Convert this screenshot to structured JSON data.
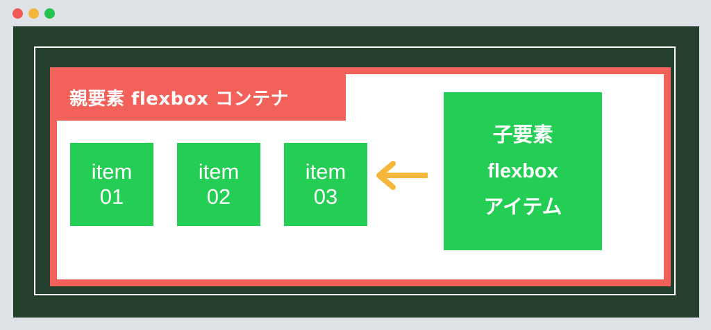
{
  "window_controls": [
    "close",
    "minimize",
    "maximize"
  ],
  "colors": {
    "background": "#dfe2e7",
    "window": "#24402c",
    "container": "#f2625a",
    "item": "#24ce54",
    "arrow": "#f5b73b"
  },
  "container": {
    "label": "親要素 flexbox コンテナ"
  },
  "items": [
    {
      "line1": "item",
      "line2": "01"
    },
    {
      "line1": "item",
      "line2": "02"
    },
    {
      "line1": "item",
      "line2": "03"
    }
  ],
  "child": {
    "line1": "子要素",
    "line2": "flexbox",
    "line3": "アイテム"
  },
  "arrow": {
    "icon": "arrow-left-icon"
  }
}
